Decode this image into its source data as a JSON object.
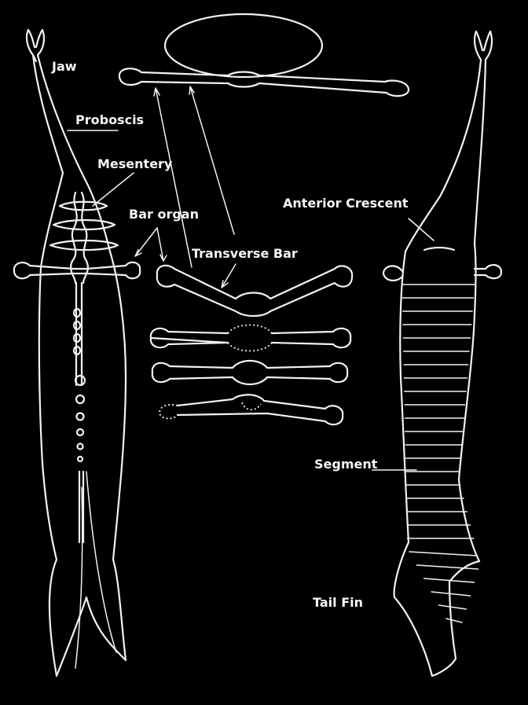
{
  "diagram": {
    "labels": {
      "jaw": "Jaw",
      "proboscis": "Proboscis",
      "mesentery": "Mesentery",
      "bar_organ": "Bar organ",
      "transverse_bar": "Transverse Bar",
      "anterior_crescent": "Anterior Crescent",
      "segment": "Segment",
      "tail_fin": "Tail Fin"
    },
    "colors": {
      "background": "#000000",
      "line": "#f2f2f2"
    }
  }
}
